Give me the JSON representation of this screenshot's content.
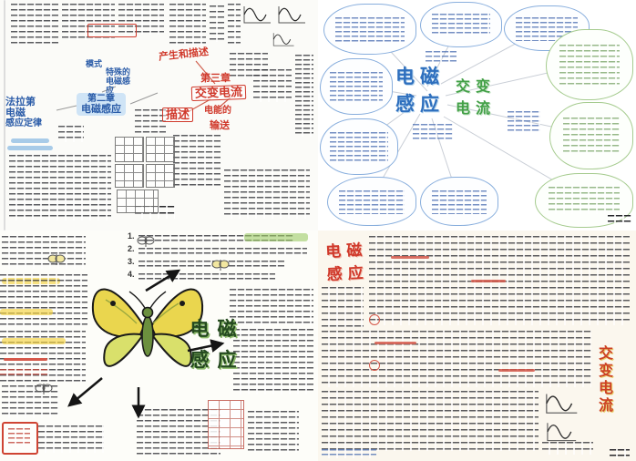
{
  "q1": {
    "faraday_line1": "法拉第",
    "faraday_line2": "电磁",
    "faraday_line3": "感应定律",
    "chapter2_label": "第二章",
    "chapter2_title": "电磁感应",
    "mode_label": "模式",
    "special_line1": "特殊的",
    "special_line2": "电磁感",
    "special_line3": "应",
    "produce_label": "产生和描述",
    "chapter3_label": "第三章",
    "chapter3_title": "交变电流",
    "describe_label": "描述",
    "power_line1": "电能的",
    "power_line2": "输送"
  },
  "q2": {
    "em_chars": [
      "电",
      "磁",
      "感",
      "应"
    ],
    "ac_chars": [
      "交",
      "变",
      "电",
      "流"
    ]
  },
  "q3": {
    "title_chars": [
      "电",
      "磁",
      "感",
      "应"
    ],
    "list_markers": [
      "1.",
      "2.",
      "3.",
      "4."
    ]
  },
  "q4": {
    "left_title_chars": [
      "电",
      "磁",
      "感",
      "应"
    ],
    "right_title_chars": [
      "交",
      "变",
      "电",
      "流"
    ]
  },
  "colors": {
    "blue_accent": "#2b5ca8",
    "red_accent": "#d0392b",
    "green_accent": "#43a047",
    "highlight_yellow": "#f5d33f",
    "cloud_blue": "#88aedd",
    "cloud_green": "#a5cb8e"
  }
}
